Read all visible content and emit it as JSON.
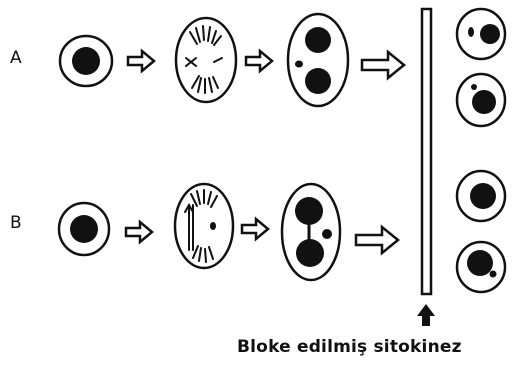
{
  "rows": [
    {
      "label": "A"
    },
    {
      "label": "B"
    }
  ],
  "caption": "Bloke edilmiş sitokinez",
  "colors": {
    "ink": "#111111",
    "paper": "#ffffff"
  }
}
